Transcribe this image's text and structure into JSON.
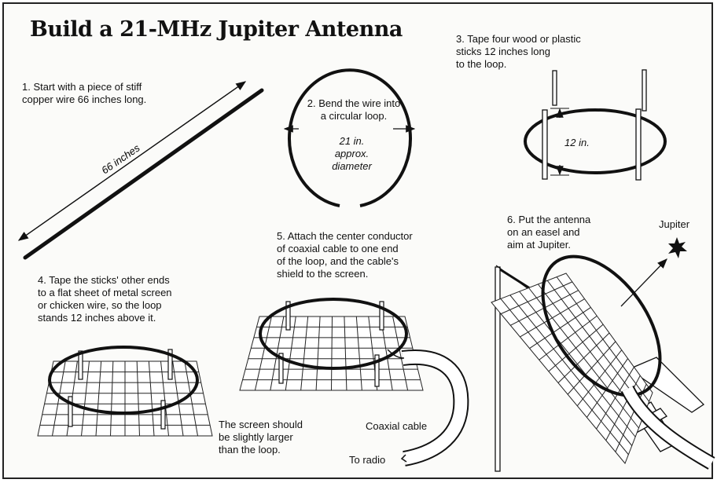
{
  "title": "Build a 21-MHz Jupiter Antenna",
  "steps": {
    "step1": "1. Start with a piece of stiff\ncopper wire 66 inches long.",
    "step2": "2. Bend the wire into\na circular loop.",
    "step3": "3. Tape four wood or plastic\nsticks 12 inches long\nto the loop.",
    "step4": "4. Tape the sticks' other ends\nto a flat sheet of metal screen\nor chicken wire, so the loop\nstands 12 inches above it.",
    "step5": "5. Attach the center conductor\nof coaxial cable to one end\nof the loop, and the cable's\nshield to the screen.",
    "step6": "6. Put the antenna\non an easel and\naim at Jupiter."
  },
  "labels": {
    "wire_length": "66 inches",
    "diameter": "21 in.\napprox.\ndiameter",
    "stick_length": "12 in.",
    "screen_note": "The screen should\nbe slightly larger\nthan the loop.",
    "coax": "Coaxial cable",
    "to_radio": "To radio",
    "jupiter": "Jupiter"
  }
}
